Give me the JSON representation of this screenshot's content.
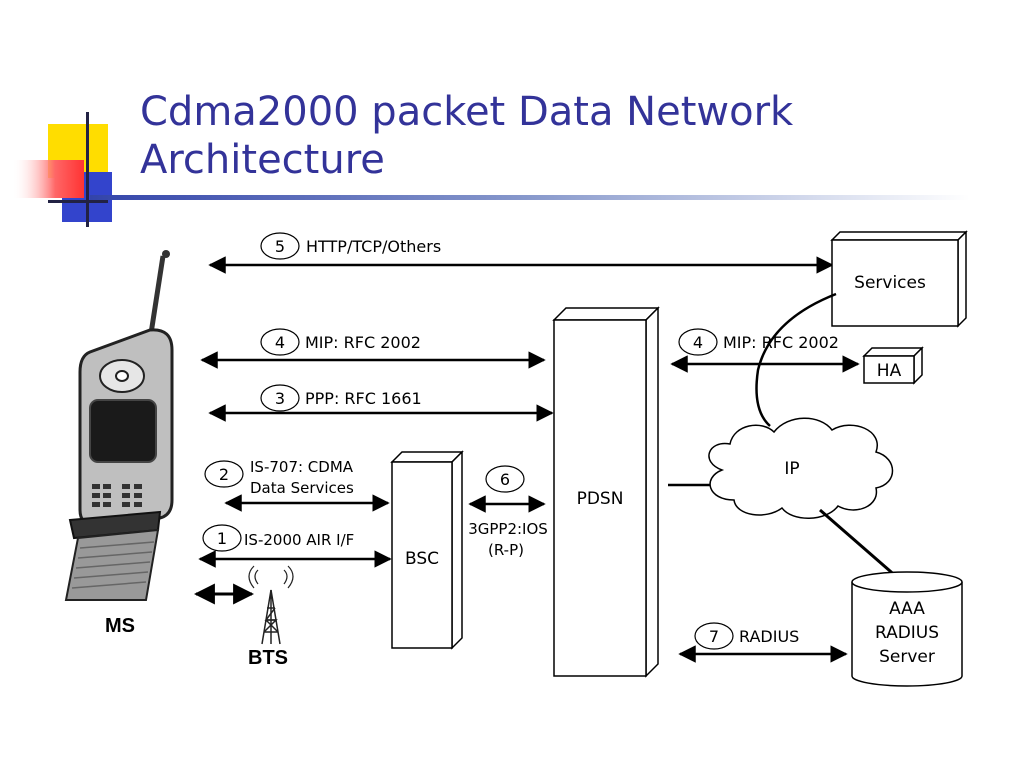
{
  "slide": {
    "title_line1": "Cdma2000 packet Data Network",
    "title_line2": "Architecture"
  },
  "diagram": {
    "arrows": {
      "a5": {
        "num": "5",
        "label": "HTTP/TCP/Others"
      },
      "a4_left": {
        "num": "4",
        "label": "MIP: RFC 2002"
      },
      "a3": {
        "num": "3",
        "label": "PPP: RFC 1661"
      },
      "a2": {
        "num": "2",
        "label_line1": "IS-707: CDMA",
        "label_line2": "Data Services"
      },
      "a1": {
        "num": "1",
        "label": "IS-2000 AIR I/F"
      },
      "a6": {
        "num": "6",
        "label_line1": "3GPP2:IOS",
        "label_line2": "(R-P)"
      },
      "a4_right": {
        "num": "4",
        "label": "MIP: RFC 2002"
      },
      "a7": {
        "num": "7",
        "label": "RADIUS"
      }
    },
    "nodes": {
      "services": "Services",
      "ha": "HA",
      "pdsn": "PDSN",
      "bsc": "BSC",
      "ip": "IP",
      "aaa_line1": "AAA",
      "aaa_line2": "RADIUS",
      "aaa_line3": "Server",
      "ms": "MS",
      "bts": "BTS"
    }
  },
  "colors": {
    "title": "#333399",
    "deco_yellow": "#ffdd00",
    "deco_blue": "#3344cc",
    "deco_red": "#ff5555"
  }
}
